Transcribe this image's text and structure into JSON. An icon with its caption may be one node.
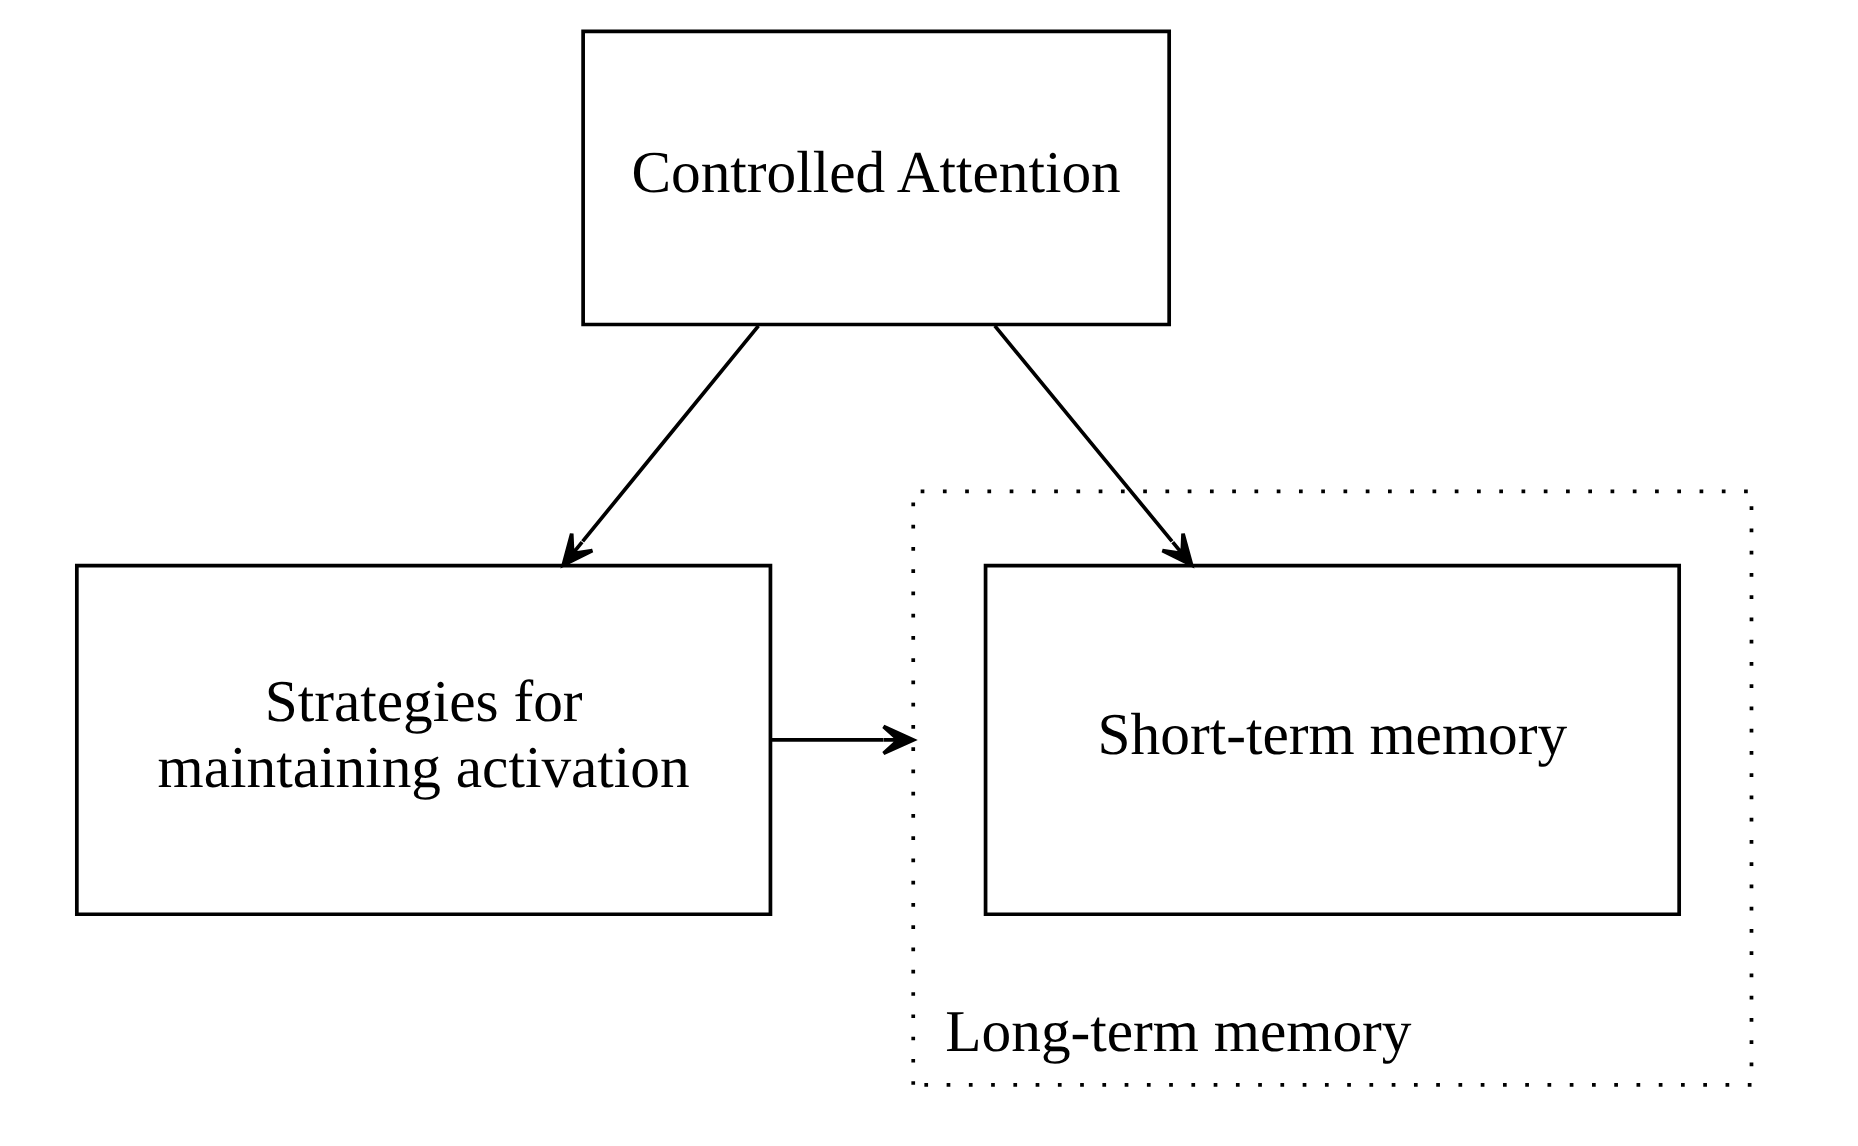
{
  "diagram": {
    "nodes": [
      {
        "text": [
          "Controlled Attention"
        ]
      },
      {
        "text": [
          "Strategies for maintaining activation"
        ]
      },
      {
        "text": [
          "Long-term memory"
        ]
      },
      {
        "text": [
          "Short-term memory"
        ],
        "in": 2
      }
    ],
    "edges": [
      {
        "from": 0,
        "to": 1,
        "arrow": "to"
      },
      {
        "from": 0,
        "to": 3,
        "arrow": "to"
      },
      {
        "from": 1,
        "to": 2,
        "arrow": "to"
      }
    ]
  }
}
